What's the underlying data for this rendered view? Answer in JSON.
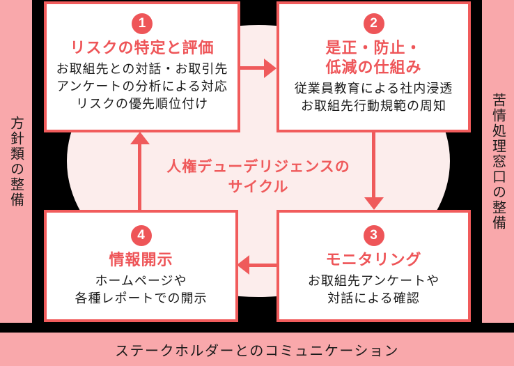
{
  "colors": {
    "background": "#000000",
    "banner_pink": "#F9A8AB",
    "cycle_ellipse_pink": "#FCEDEC",
    "accent_red": "#EE5558",
    "box_border_red": "#F15C5C",
    "box_background": "#FFFFFF",
    "body_text": "#1A1A1A"
  },
  "banners": {
    "left": "方針類の整備",
    "right": "苦情処理窓口の整備",
    "bottom": "ステークホルダーとのコミュニケーション"
  },
  "cycle": {
    "title": "人権デューデリジェンスの\nサイクル"
  },
  "steps": [
    {
      "number": "1",
      "title": "リスクの特定と評価",
      "body": "お取組先との対話・お取引先\nアンケートの分析による対応\nリスクの優先順位付け"
    },
    {
      "number": "2",
      "title": "是正・防止・\n低減の仕組み",
      "body": "従業員教育による社内浸透\nお取組先行動規範の周知"
    },
    {
      "number": "3",
      "title": "モニタリング",
      "body": "お取組先アンケートや\n対話による確認"
    },
    {
      "number": "4",
      "title": "情報開示",
      "body": "ホームページや\n各種レポートでの開示"
    }
  ]
}
